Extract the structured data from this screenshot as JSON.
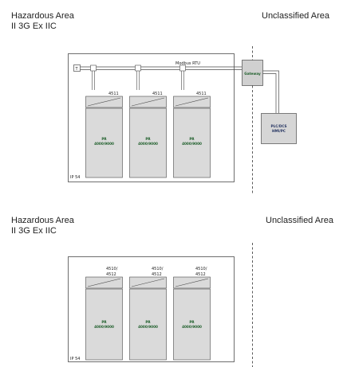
{
  "sections": [
    {
      "hazardous_title": "Hazardous Area",
      "hazardous_zone": "II 3G Ex IIC",
      "unclassified_title": "Unclassified Area",
      "bus_label": "Modbus RTU",
      "terminal_label": "T",
      "gateway_label": "Gateway",
      "controller_label_1": "PLC/DCS",
      "controller_label_2": "HMI/PC",
      "enclosure_rating": "IP 54",
      "modules": [
        {
          "model_line1": "4511",
          "model_line2": "",
          "brand": "PR",
          "product": "4000/9000"
        },
        {
          "model_line1": "4511",
          "model_line2": "",
          "brand": "PR",
          "product": "4000/9000"
        },
        {
          "model_line1": "4511",
          "model_line2": "",
          "brand": "PR",
          "product": "4000/9000"
        }
      ]
    },
    {
      "hazardous_title": "Hazardous Area",
      "hazardous_zone": "II 3G Ex IIC",
      "unclassified_title": "Unclassified Area",
      "enclosure_rating": "IP 54",
      "modules": [
        {
          "model_line1": "4510/",
          "model_line2": "4512",
          "brand": "PR",
          "product": "4000/9000"
        },
        {
          "model_line1": "4510/",
          "model_line2": "4512",
          "brand": "PR",
          "product": "4000/9000"
        },
        {
          "model_line1": "4510/",
          "model_line2": "4512",
          "brand": "PR",
          "product": "4000/9000"
        }
      ]
    }
  ],
  "colors": {
    "module_fill": "#dadada",
    "gateway_fill": "#d0d0d0",
    "line": "#4a4a4a",
    "product_text": "#1d5e2a",
    "controller_text": "#1f2f5e"
  }
}
